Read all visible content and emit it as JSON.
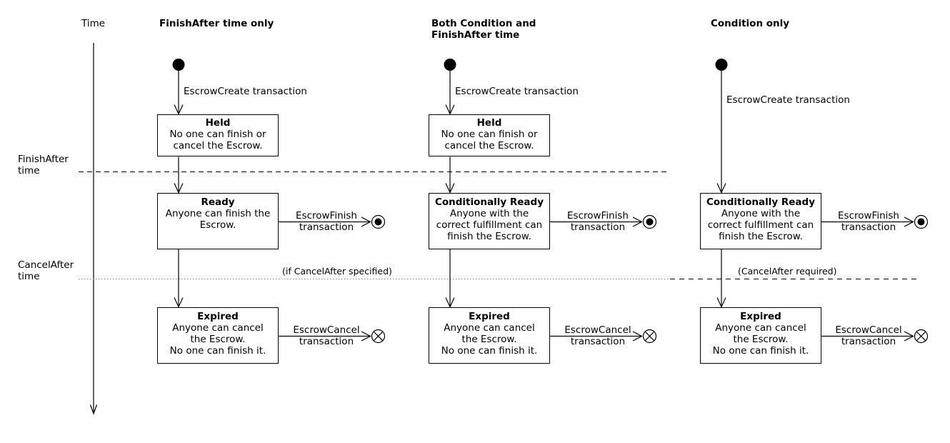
{
  "colors": {
    "ink": "#000000",
    "background": "#ffffff",
    "optional_deadline_line": "#8a8a8a"
  },
  "icons": {
    "initial_state": "filled-circle",
    "final_state": "bullseye-circle",
    "terminate_state": "circled-x",
    "time_axis": "down-arrow"
  },
  "time_axis": {
    "label": "Time"
  },
  "markers": {
    "finish_after": {
      "lines": [
        "FinishAfter",
        "time"
      ]
    },
    "cancel_after": {
      "lines": [
        "CancelAfter",
        "time"
      ]
    }
  },
  "annotations": {
    "cancel_after_optional": "(if CancelAfter specified)",
    "cancel_after_required": "(CancelAfter required)"
  },
  "columns": [
    {
      "title_lines": [
        "FinishAfter time only"
      ],
      "create_label": "EscrowCreate transaction",
      "held": {
        "title": "Held",
        "lines": [
          "No one can finish or",
          "cancel the Escrow."
        ]
      },
      "ready": {
        "title": "Ready",
        "lines": [
          "Anyone can finish the",
          "Escrow."
        ]
      },
      "expired": {
        "title": "Expired",
        "lines": [
          "Anyone can cancel",
          "the Escrow.",
          "No one can finish it."
        ]
      },
      "finish_label": {
        "lines": [
          "EscrowFinish",
          "transaction"
        ]
      },
      "cancel_label": {
        "lines": [
          "EscrowCancel",
          "transaction"
        ]
      }
    },
    {
      "title_lines": [
        "Both Condition and",
        "FinishAfter time"
      ],
      "create_label": "EscrowCreate transaction",
      "held": {
        "title": "Held",
        "lines": [
          "No one can finish or",
          "cancel the Escrow."
        ]
      },
      "ready": {
        "title": "Conditionally Ready",
        "lines": [
          "Anyone with the",
          "correct fulfillment can",
          "finish the Escrow."
        ]
      },
      "expired": {
        "title": "Expired",
        "lines": [
          "Anyone can cancel",
          "the Escrow.",
          "No one can finish it."
        ]
      },
      "finish_label": {
        "lines": [
          "EscrowFinish",
          "transaction"
        ]
      },
      "cancel_label": {
        "lines": [
          "EscrowCancel",
          "transaction"
        ]
      }
    },
    {
      "title_lines": [
        "Condition only"
      ],
      "create_label": "EscrowCreate transaction",
      "ready": {
        "title": "Conditionally Ready",
        "lines": [
          "Anyone with the",
          "correct fulfillment can",
          "finish the Escrow."
        ]
      },
      "expired": {
        "title": "Expired",
        "lines": [
          "Anyone can cancel",
          "the Escrow.",
          "No one can finish it."
        ]
      },
      "finish_label": {
        "lines": [
          "EscrowFinish",
          "transaction"
        ]
      },
      "cancel_label": {
        "lines": [
          "EscrowCancel",
          "transaction"
        ]
      }
    }
  ]
}
